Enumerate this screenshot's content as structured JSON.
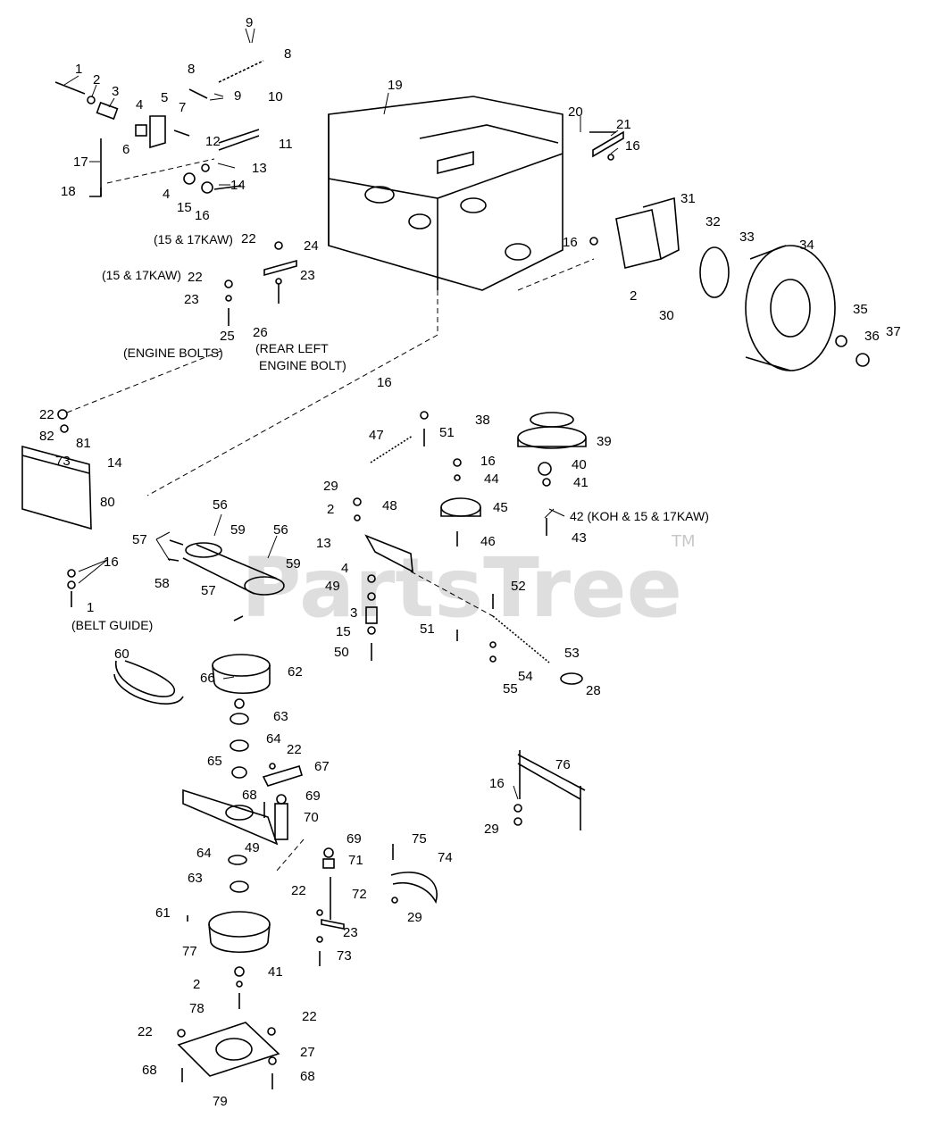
{
  "watermark": {
    "text": "PartsTree",
    "trademark": "TM"
  },
  "callouts": [
    {
      "id": "c1a",
      "text": "1"
    },
    {
      "id": "c2a",
      "text": "2"
    },
    {
      "id": "c3a",
      "text": "3"
    },
    {
      "id": "c4a",
      "text": "4"
    },
    {
      "id": "c5",
      "text": "5"
    },
    {
      "id": "c6",
      "text": "6"
    },
    {
      "id": "c7",
      "text": "7"
    },
    {
      "id": "c8a",
      "text": "8"
    },
    {
      "id": "c8b",
      "text": "8"
    },
    {
      "id": "c9a",
      "text": "9"
    },
    {
      "id": "c9b",
      "text": "9"
    },
    {
      "id": "c10",
      "text": "10"
    },
    {
      "id": "c11",
      "text": "11"
    },
    {
      "id": "c12",
      "text": "12"
    },
    {
      "id": "c13a",
      "text": "13"
    },
    {
      "id": "c14a",
      "text": "14"
    },
    {
      "id": "c4b",
      "text": "4"
    },
    {
      "id": "c15a",
      "text": "15"
    },
    {
      "id": "c16a",
      "text": "16"
    },
    {
      "id": "c17",
      "text": "17"
    },
    {
      "id": "c18",
      "text": "18"
    },
    {
      "id": "c19",
      "text": "19"
    },
    {
      "id": "c20",
      "text": "20"
    },
    {
      "id": "c21",
      "text": "21"
    },
    {
      "id": "c16b",
      "text": "16"
    },
    {
      "id": "c22a",
      "text": "22"
    },
    {
      "id": "c24",
      "text": "24"
    },
    {
      "id": "c23a",
      "text": "23"
    },
    {
      "id": "c26",
      "text": "26"
    },
    {
      "id": "c22b",
      "text": "22"
    },
    {
      "id": "c23b",
      "text": "23"
    },
    {
      "id": "c25",
      "text": "25"
    },
    {
      "id": "c31",
      "text": "31"
    },
    {
      "id": "c32",
      "text": "32"
    },
    {
      "id": "c33",
      "text": "33"
    },
    {
      "id": "c34",
      "text": "34"
    },
    {
      "id": "c16c",
      "text": "16"
    },
    {
      "id": "c2b",
      "text": "2"
    },
    {
      "id": "c30",
      "text": "30"
    },
    {
      "id": "c35",
      "text": "35"
    },
    {
      "id": "c36",
      "text": "36"
    },
    {
      "id": "c37",
      "text": "37"
    },
    {
      "id": "c22c",
      "text": "22"
    },
    {
      "id": "c82",
      "text": "82"
    },
    {
      "id": "c81",
      "text": "81"
    },
    {
      "id": "c73a",
      "text": "73"
    },
    {
      "id": "c14b",
      "text": "14"
    },
    {
      "id": "c80",
      "text": "80"
    },
    {
      "id": "c16d",
      "text": "16"
    },
    {
      "id": "c47",
      "text": "47"
    },
    {
      "id": "c51a",
      "text": "51"
    },
    {
      "id": "c38",
      "text": "38"
    },
    {
      "id": "c39",
      "text": "39"
    },
    {
      "id": "c16e",
      "text": "16"
    },
    {
      "id": "c44",
      "text": "44"
    },
    {
      "id": "c40",
      "text": "40"
    },
    {
      "id": "c41a",
      "text": "41"
    },
    {
      "id": "c29a",
      "text": "29"
    },
    {
      "id": "c48",
      "text": "48"
    },
    {
      "id": "c45",
      "text": "45"
    },
    {
      "id": "c2c",
      "text": "2"
    },
    {
      "id": "c46",
      "text": "46"
    },
    {
      "id": "c43",
      "text": "43"
    },
    {
      "id": "c56a",
      "text": "56"
    },
    {
      "id": "c57a",
      "text": "57"
    },
    {
      "id": "c59a",
      "text": "59"
    },
    {
      "id": "c56b",
      "text": "56"
    },
    {
      "id": "c59b",
      "text": "59"
    },
    {
      "id": "c58",
      "text": "58"
    },
    {
      "id": "c57b",
      "text": "57"
    },
    {
      "id": "c13b",
      "text": "13"
    },
    {
      "id": "c49a",
      "text": "49"
    },
    {
      "id": "c4c",
      "text": "4"
    },
    {
      "id": "c3b",
      "text": "3"
    },
    {
      "id": "c15b",
      "text": "15"
    },
    {
      "id": "c50",
      "text": "50"
    },
    {
      "id": "c51b",
      "text": "51"
    },
    {
      "id": "c52",
      "text": "52"
    },
    {
      "id": "c53",
      "text": "53"
    },
    {
      "id": "c54",
      "text": "54"
    },
    {
      "id": "c55",
      "text": "55"
    },
    {
      "id": "c28",
      "text": "28"
    },
    {
      "id": "c16f",
      "text": "16"
    },
    {
      "id": "c1b",
      "text": "1"
    },
    {
      "id": "c60",
      "text": "60"
    },
    {
      "id": "c62",
      "text": "62"
    },
    {
      "id": "c66",
      "text": "66"
    },
    {
      "id": "c63a",
      "text": "63"
    },
    {
      "id": "c64a",
      "text": "64"
    },
    {
      "id": "c65",
      "text": "65"
    },
    {
      "id": "c22d",
      "text": "22"
    },
    {
      "id": "c67",
      "text": "67"
    },
    {
      "id": "c68a",
      "text": "68"
    },
    {
      "id": "c69a",
      "text": "69"
    },
    {
      "id": "c70",
      "text": "70"
    },
    {
      "id": "c49b",
      "text": "49"
    },
    {
      "id": "c64b",
      "text": "64"
    },
    {
      "id": "c69b",
      "text": "69"
    },
    {
      "id": "c71",
      "text": "71"
    },
    {
      "id": "c75",
      "text": "75"
    },
    {
      "id": "c74",
      "text": "74"
    },
    {
      "id": "c63b",
      "text": "63"
    },
    {
      "id": "c22e",
      "text": "22"
    },
    {
      "id": "c72",
      "text": "72"
    },
    {
      "id": "c29b",
      "text": "29"
    },
    {
      "id": "c61",
      "text": "61"
    },
    {
      "id": "c23c",
      "text": "23"
    },
    {
      "id": "c77",
      "text": "77"
    },
    {
      "id": "c73b",
      "text": "73"
    },
    {
      "id": "c41b",
      "text": "41"
    },
    {
      "id": "c2d",
      "text": "2"
    },
    {
      "id": "c78",
      "text": "78"
    },
    {
      "id": "c22f",
      "text": "22"
    },
    {
      "id": "c22g",
      "text": "22"
    },
    {
      "id": "c27",
      "text": "27"
    },
    {
      "id": "c68b",
      "text": "68"
    },
    {
      "id": "c68c",
      "text": "68"
    },
    {
      "id": "c79",
      "text": "79"
    },
    {
      "id": "c76",
      "text": "76"
    },
    {
      "id": "c16g",
      "text": "16"
    },
    {
      "id": "c29c",
      "text": "29"
    }
  ],
  "notes": {
    "kaw_a": "(15 & 17KAW)",
    "kaw_b": "(15 & 17KAW)",
    "engine_bolts": "(ENGINE BOLTS)",
    "rear_left_1": "(REAR LEFT",
    "rear_left_2": "ENGINE BOLT)",
    "c42": "42 (KOH & 15 & 17KAW)",
    "belt_guide": "(BELT GUIDE)"
  }
}
